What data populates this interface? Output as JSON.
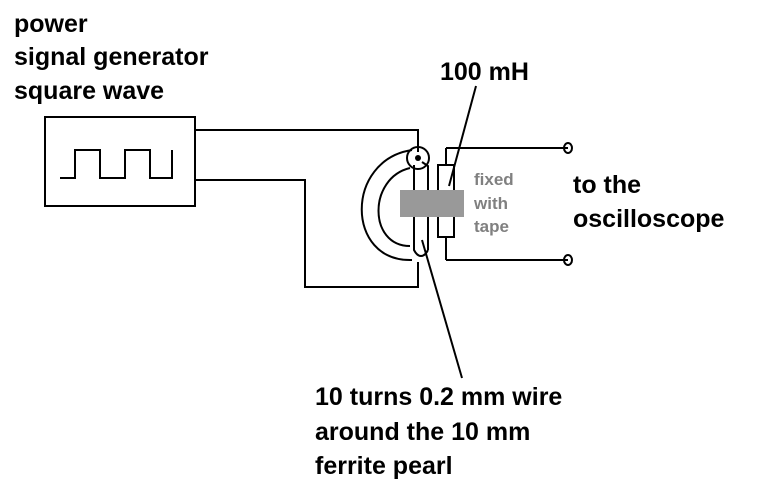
{
  "labels": {
    "generator": [
      "power",
      "signal generator",
      "square wave"
    ],
    "inductor": "100 mH",
    "tape": [
      "fixed",
      "with",
      "tape"
    ],
    "oscilloscope": [
      "to the",
      "oscilloscope"
    ],
    "coil": [
      "10 turns 0.2 mm wire",
      "around the 10 mm",
      "ferrite pearl"
    ]
  },
  "colors": {
    "tape": "#999999",
    "tape_text": "#808080",
    "line": "#000000"
  }
}
